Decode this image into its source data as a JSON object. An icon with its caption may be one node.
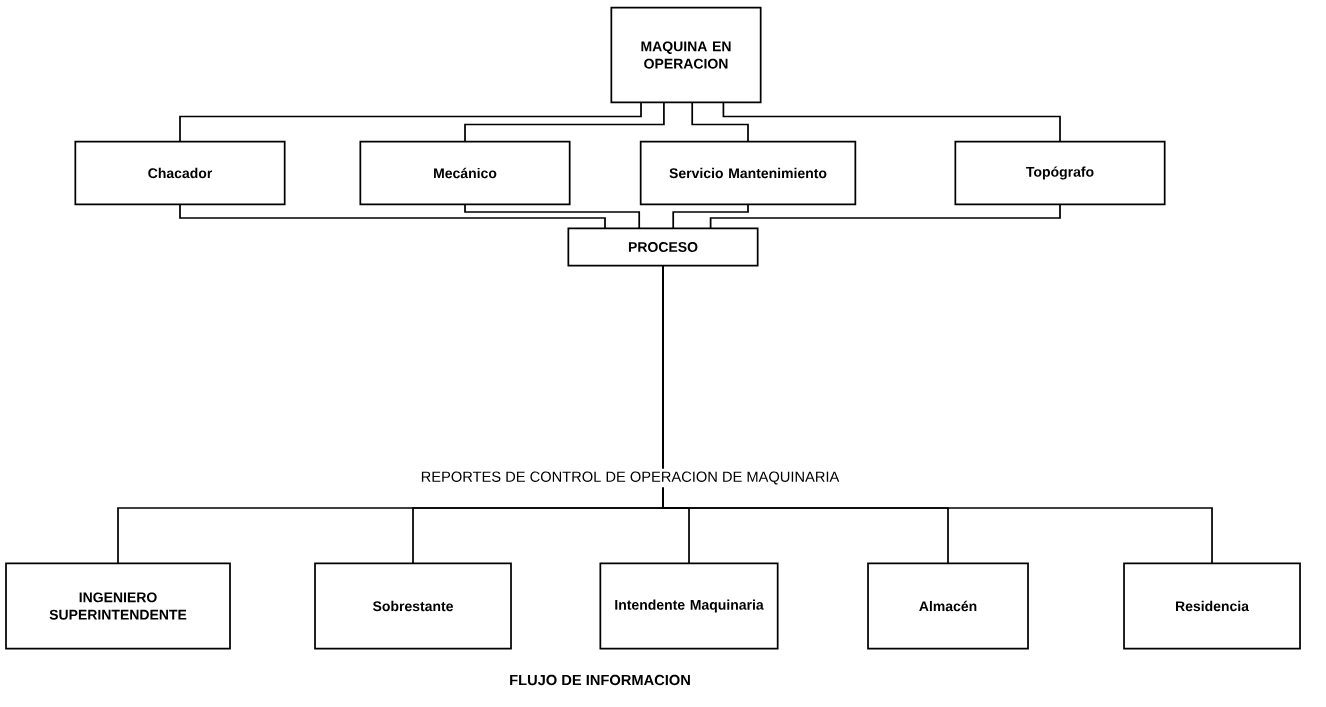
{
  "diagram": {
    "caption": "FLUJO DE INFORMACION",
    "nodes": [
      {
        "text": [
          "MAQUINA EN OPERACION"
        ]
      },
      {
        "text": [
          "Chacador"
        ]
      },
      {
        "text": [
          "Mecánico"
        ]
      },
      {
        "text": [
          "Servicio Mantenimiento"
        ]
      },
      {
        "text": [
          "Topógrafo"
        ]
      },
      {
        "text": [
          "PROCESO"
        ]
      },
      {
        "text": [
          "INGENIERO SUPERINTENDENTE"
        ]
      },
      {
        "text": [
          "Sobrestante"
        ]
      },
      {
        "text": [
          "Intendente Maquinaria"
        ]
      },
      {
        "text": [
          "Almacén"
        ]
      },
      {
        "text": [
          "Residencia"
        ]
      }
    ],
    "edges": [
      {
        "from": 0,
        "to": 1,
        "arrow": "none"
      },
      {
        "from": 0,
        "to": 2,
        "arrow": "none"
      },
      {
        "from": 0,
        "to": 3,
        "arrow": "none"
      },
      {
        "from": 0,
        "to": 4,
        "arrow": "none"
      },
      {
        "from": 1,
        "to": 5,
        "arrow": "none"
      },
      {
        "from": 2,
        "to": 5,
        "arrow": "none"
      },
      {
        "from": 3,
        "to": 5,
        "arrow": "none"
      },
      {
        "from": 4,
        "to": 5,
        "arrow": "none"
      },
      {
        "from": 5,
        "to": 6,
        "arrow": "none"
      },
      {
        "from": 5,
        "to": 7,
        "arrow": "none"
      },
      {
        "from": 5,
        "to": 8,
        "arrow": "none"
      },
      {
        "from": 5,
        "to": 9,
        "arrow": "none"
      },
      {
        "from": 5,
        "to": 10,
        "arrow": "none"
      }
    ],
    "labels": [
      "REPORTES DE CONTROL DE OPERACION DE MAQUINARIA"
    ]
  }
}
